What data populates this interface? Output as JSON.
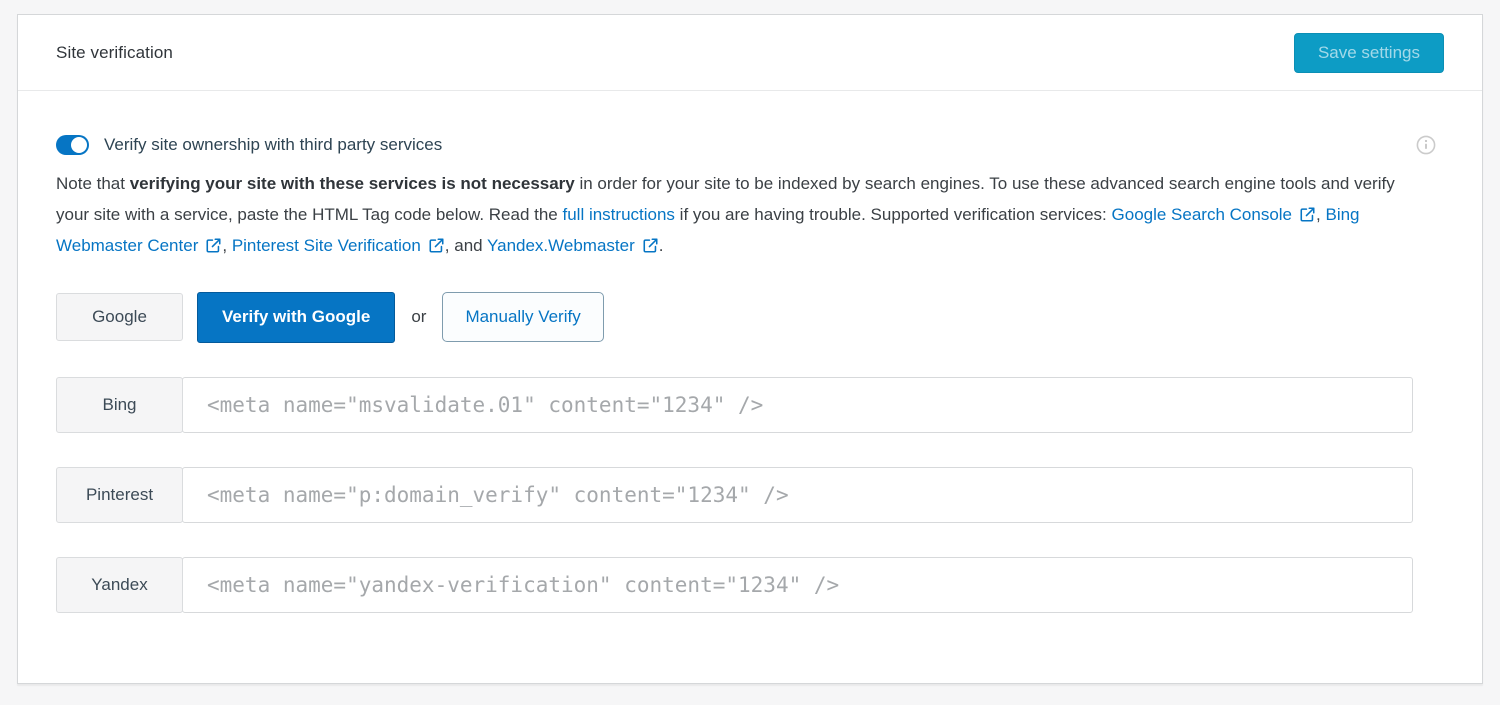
{
  "header": {
    "title": "Site verification",
    "save_button": "Save settings"
  },
  "toggle": {
    "label": "Verify site ownership with third party services",
    "state": "on"
  },
  "description": {
    "part1": "Note that ",
    "bold": "verifying your site with these services is not necessary",
    "part2": " in order for your site to be indexed by search engines. To use these advanced search engine tools and verify your site with a service, paste the HTML Tag code below. Read the ",
    "full_instructions_link": "full instructions",
    "part3": " if you are having trouble. Supported verification services: ",
    "links": [
      {
        "label": "Google Search Console",
        "sep": ", "
      },
      {
        "label": "Bing Webmaster Center",
        "sep": ", "
      },
      {
        "label": "Pinterest Site Verification",
        "sep": ", and "
      },
      {
        "label": "Yandex.Webmaster",
        "sep": "."
      }
    ]
  },
  "google_row": {
    "label": "Google",
    "verify_button": "Verify with Google",
    "or_text": "or",
    "manual_button": "Manually Verify"
  },
  "services": [
    {
      "label": "Bing",
      "placeholder": "<meta name=\"msvalidate.01\" content=\"1234\" />"
    },
    {
      "label": "Pinterest",
      "placeholder": "<meta name=\"p:domain_verify\" content=\"1234\" />"
    },
    {
      "label": "Yandex",
      "placeholder": "<meta name=\"yandex-verification\" content=\"1234\" />"
    }
  ],
  "icons": {
    "info": "info-icon",
    "external_link": "external-link-icon",
    "toggle": "toggle-switch"
  },
  "colors": {
    "accent_blue": "#0675c4",
    "save_button_teal": "#0d9cc5",
    "text_dark": "#2e4453",
    "page_background": "#f6f6f7"
  }
}
